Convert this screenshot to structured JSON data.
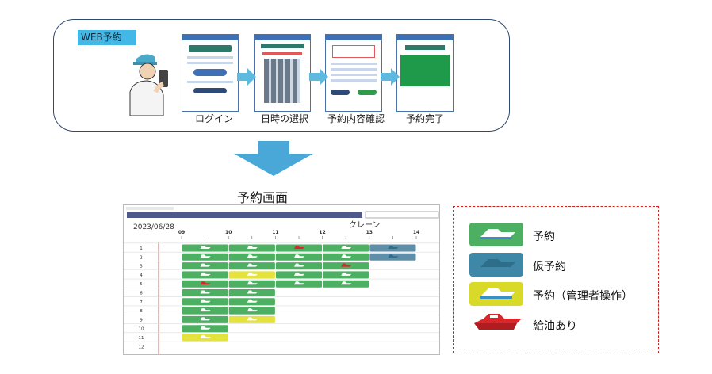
{
  "flow": {
    "tag": "WEB予約",
    "steps": [
      {
        "label": "ログイン"
      },
      {
        "label": "日時の選択"
      },
      {
        "label": "予約内容確認"
      },
      {
        "label": "予約完了"
      }
    ]
  },
  "screen_title": "予約画面",
  "schedule": {
    "date": "2023/06/28",
    "resource": "クレーン",
    "hours": [
      "09",
      "10",
      "11",
      "12",
      "13",
      "14"
    ],
    "rows": [
      "1",
      "2",
      "3",
      "4",
      "5",
      "6",
      "7",
      "8",
      "9",
      "10",
      "11",
      "12"
    ],
    "bookings": [
      {
        "row": 0,
        "start": 9.0,
        "end": 10.0,
        "type": "reserved"
      },
      {
        "row": 0,
        "start": 10.0,
        "end": 11.0,
        "type": "reserved"
      },
      {
        "row": 0,
        "start": 11.0,
        "end": 12.0,
        "type": "refuel"
      },
      {
        "row": 0,
        "start": 12.0,
        "end": 13.0,
        "type": "reserved"
      },
      {
        "row": 0,
        "start": 13.0,
        "end": 14.0,
        "type": "provisional"
      },
      {
        "row": 1,
        "start": 9.0,
        "end": 10.0,
        "type": "reserved"
      },
      {
        "row": 1,
        "start": 10.0,
        "end": 11.0,
        "type": "reserved"
      },
      {
        "row": 1,
        "start": 11.0,
        "end": 12.0,
        "type": "reserved"
      },
      {
        "row": 1,
        "start": 12.0,
        "end": 13.0,
        "type": "reserved"
      },
      {
        "row": 1,
        "start": 13.0,
        "end": 14.0,
        "type": "provisional"
      },
      {
        "row": 2,
        "start": 9.0,
        "end": 10.0,
        "type": "reserved"
      },
      {
        "row": 2,
        "start": 10.0,
        "end": 11.0,
        "type": "reserved"
      },
      {
        "row": 2,
        "start": 11.0,
        "end": 12.0,
        "type": "reserved"
      },
      {
        "row": 2,
        "start": 12.0,
        "end": 13.0,
        "type": "refuel"
      },
      {
        "row": 3,
        "start": 9.0,
        "end": 10.0,
        "type": "reserved"
      },
      {
        "row": 3,
        "start": 10.0,
        "end": 11.0,
        "type": "admin"
      },
      {
        "row": 3,
        "start": 11.0,
        "end": 12.0,
        "type": "reserved"
      },
      {
        "row": 3,
        "start": 12.0,
        "end": 13.0,
        "type": "reserved"
      },
      {
        "row": 4,
        "start": 9.0,
        "end": 10.0,
        "type": "refuel"
      },
      {
        "row": 4,
        "start": 10.0,
        "end": 11.0,
        "type": "reserved"
      },
      {
        "row": 4,
        "start": 11.0,
        "end": 12.0,
        "type": "reserved"
      },
      {
        "row": 4,
        "start": 12.0,
        "end": 13.0,
        "type": "reserved"
      },
      {
        "row": 5,
        "start": 9.0,
        "end": 10.0,
        "type": "reserved"
      },
      {
        "row": 5,
        "start": 10.0,
        "end": 11.0,
        "type": "reserved"
      },
      {
        "row": 6,
        "start": 9.0,
        "end": 10.0,
        "type": "reserved"
      },
      {
        "row": 6,
        "start": 10.0,
        "end": 11.0,
        "type": "reserved"
      },
      {
        "row": 7,
        "start": 9.0,
        "end": 10.0,
        "type": "reserved"
      },
      {
        "row": 7,
        "start": 10.0,
        "end": 11.0,
        "type": "reserved"
      },
      {
        "row": 8,
        "start": 9.0,
        "end": 10.0,
        "type": "reserved"
      },
      {
        "row": 8,
        "start": 10.0,
        "end": 11.0,
        "type": "admin"
      },
      {
        "row": 9,
        "start": 9.0,
        "end": 10.0,
        "type": "reserved"
      },
      {
        "row": 10,
        "start": 9.0,
        "end": 10.0,
        "type": "admin"
      }
    ]
  },
  "legend": [
    {
      "key": "reserved",
      "label": "予約",
      "color": "#4caf62"
    },
    {
      "key": "provisional",
      "label": "仮予約",
      "color": "#3f87a6"
    },
    {
      "key": "admin",
      "label": "予約（管理者操作）",
      "color": "#d9d92a"
    },
    {
      "key": "refuel",
      "label": "給油あり",
      "color": "#d8262b"
    }
  ],
  "colors": {
    "reserved": "#4caf62",
    "provisional": "#5f8fa8",
    "admin": "#e4e23c",
    "refuel": "#d8262b",
    "header_bar": "#4f5a8a",
    "arrow": "#4aa8d8"
  }
}
